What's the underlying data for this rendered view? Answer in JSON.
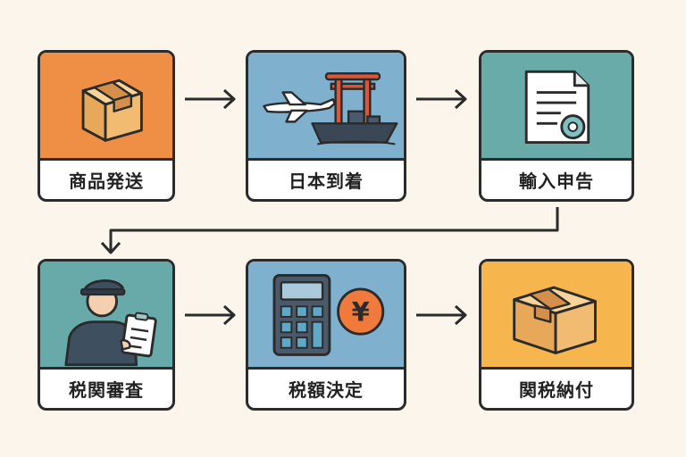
{
  "steps": [
    {
      "label": "商品発送",
      "icon": "package-box-icon",
      "bg": "#ee8f45"
    },
    {
      "label": "日本到着",
      "icon": "plane-torii-ship-icon",
      "bg": "#7fb0cd"
    },
    {
      "label": "輸入申告",
      "icon": "document-seal-icon",
      "bg": "#69aba9"
    },
    {
      "label": "税関審査",
      "icon": "customs-officer-icon",
      "bg": "#67aaa9"
    },
    {
      "label": "税額決定",
      "icon": "calculator-yen-icon",
      "bg": "#7fb0cd"
    },
    {
      "label": "関税納付",
      "icon": "package-box-icon",
      "bg": "#f6b54d"
    }
  ],
  "currency_symbol": "¥"
}
